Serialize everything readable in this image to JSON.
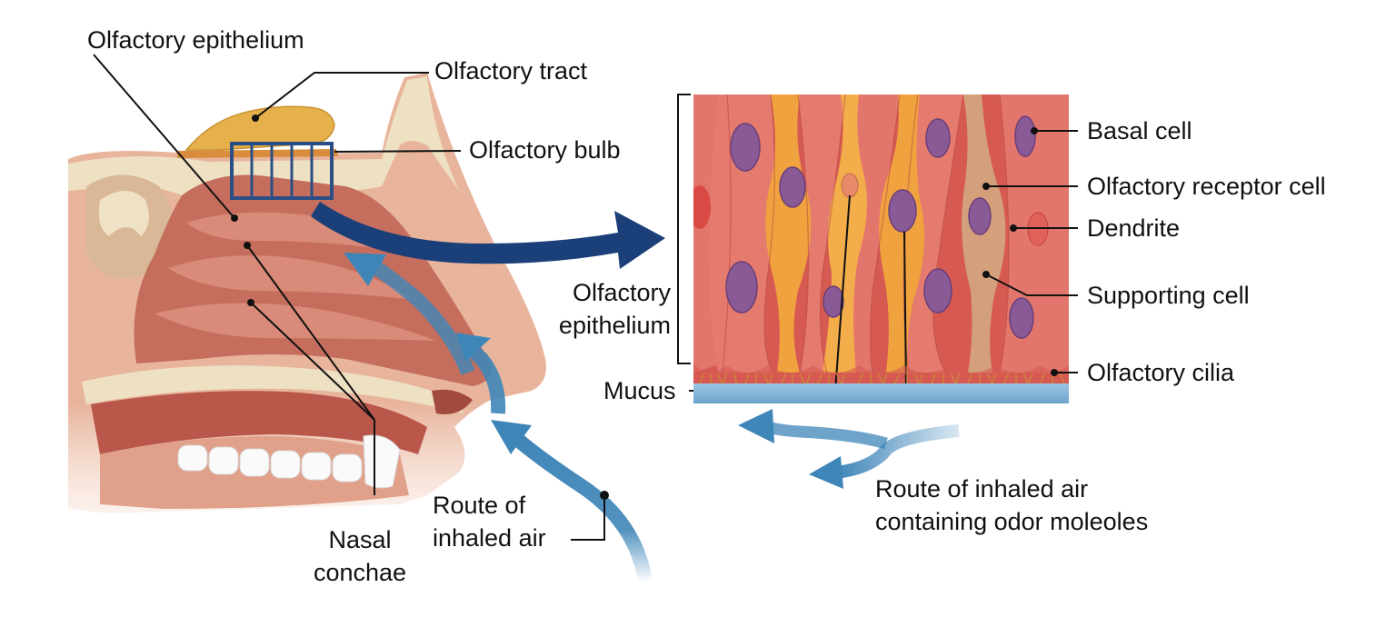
{
  "labels": {
    "olfactory_epithelium_top": "Olfactory epithelium",
    "olfactory_tract": "Olfactory tract",
    "olfactory_bulb": "Olfactory bulb",
    "nasal_conchae_1": "Nasal",
    "nasal_conchae_2": "conchae",
    "route_left_1": "Route of",
    "route_left_2": "inhaled air",
    "epithelium_side_1": "Olfactory",
    "epithelium_side_2": "epithelium",
    "mucus": "Mucus",
    "basal_cell": "Basal cell",
    "olfactory_receptor_cell": "Olfactory receptor cell",
    "dendrite": "Dendrite",
    "supporting_cell": "Supporting cell",
    "olfactory_cilia": "Olfactory cilia",
    "route_right_1": "Route of inhaled air",
    "route_right_2": "containing odor moleoles"
  },
  "colors": {
    "tissue": "#e3a58c",
    "cavity": "#c8705f",
    "bone": "#efe3c8",
    "bulb": "#e6b04a",
    "magnifier": "#2a4f86",
    "big_arrow": "#1b3f78",
    "air_arrow": "#3f86b8",
    "cell_red": "#e0746a",
    "cell_orange": "#f0a23e",
    "nucleus": "#8a5a96",
    "mucus": "#7eb2d6"
  }
}
